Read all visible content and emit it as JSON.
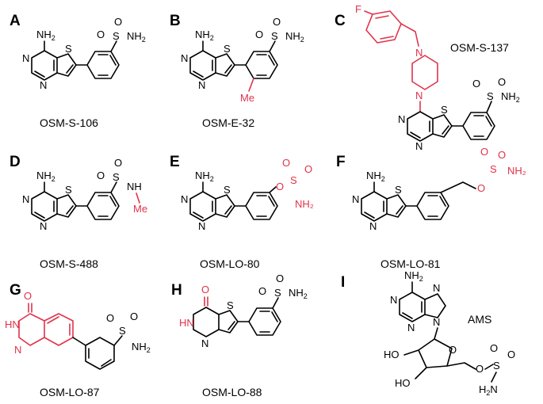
{
  "panels": [
    {
      "letter": "A",
      "name": "OSM-S-106"
    },
    {
      "letter": "B",
      "name": "OSM-E-32"
    },
    {
      "letter": "C",
      "name": "OSM-S-137"
    },
    {
      "letter": "D",
      "name": "OSM-S-488"
    },
    {
      "letter": "E",
      "name": "OSM-LO-80"
    },
    {
      "letter": "F",
      "name": "OSM-LO-81"
    },
    {
      "letter": "G",
      "name": "OSM-LO-87"
    },
    {
      "letter": "H",
      "name": "OSM-LO-88"
    },
    {
      "letter": "I",
      "name": "AMS"
    }
  ],
  "atoms": {
    "nh2": "NH2",
    "n": "N",
    "s": "S",
    "o": "O",
    "hn": "HN",
    "nh": "NH",
    "me": "Me",
    "f": "F",
    "ho": "HO",
    "h2n": "H2N",
    "so2nh2": "SO2NH2",
    "nh2_sub": "NH₂",
    "h2n_sub": "H₂N"
  },
  "colors": {
    "highlight": "#e0334a",
    "ink": "#000000"
  }
}
